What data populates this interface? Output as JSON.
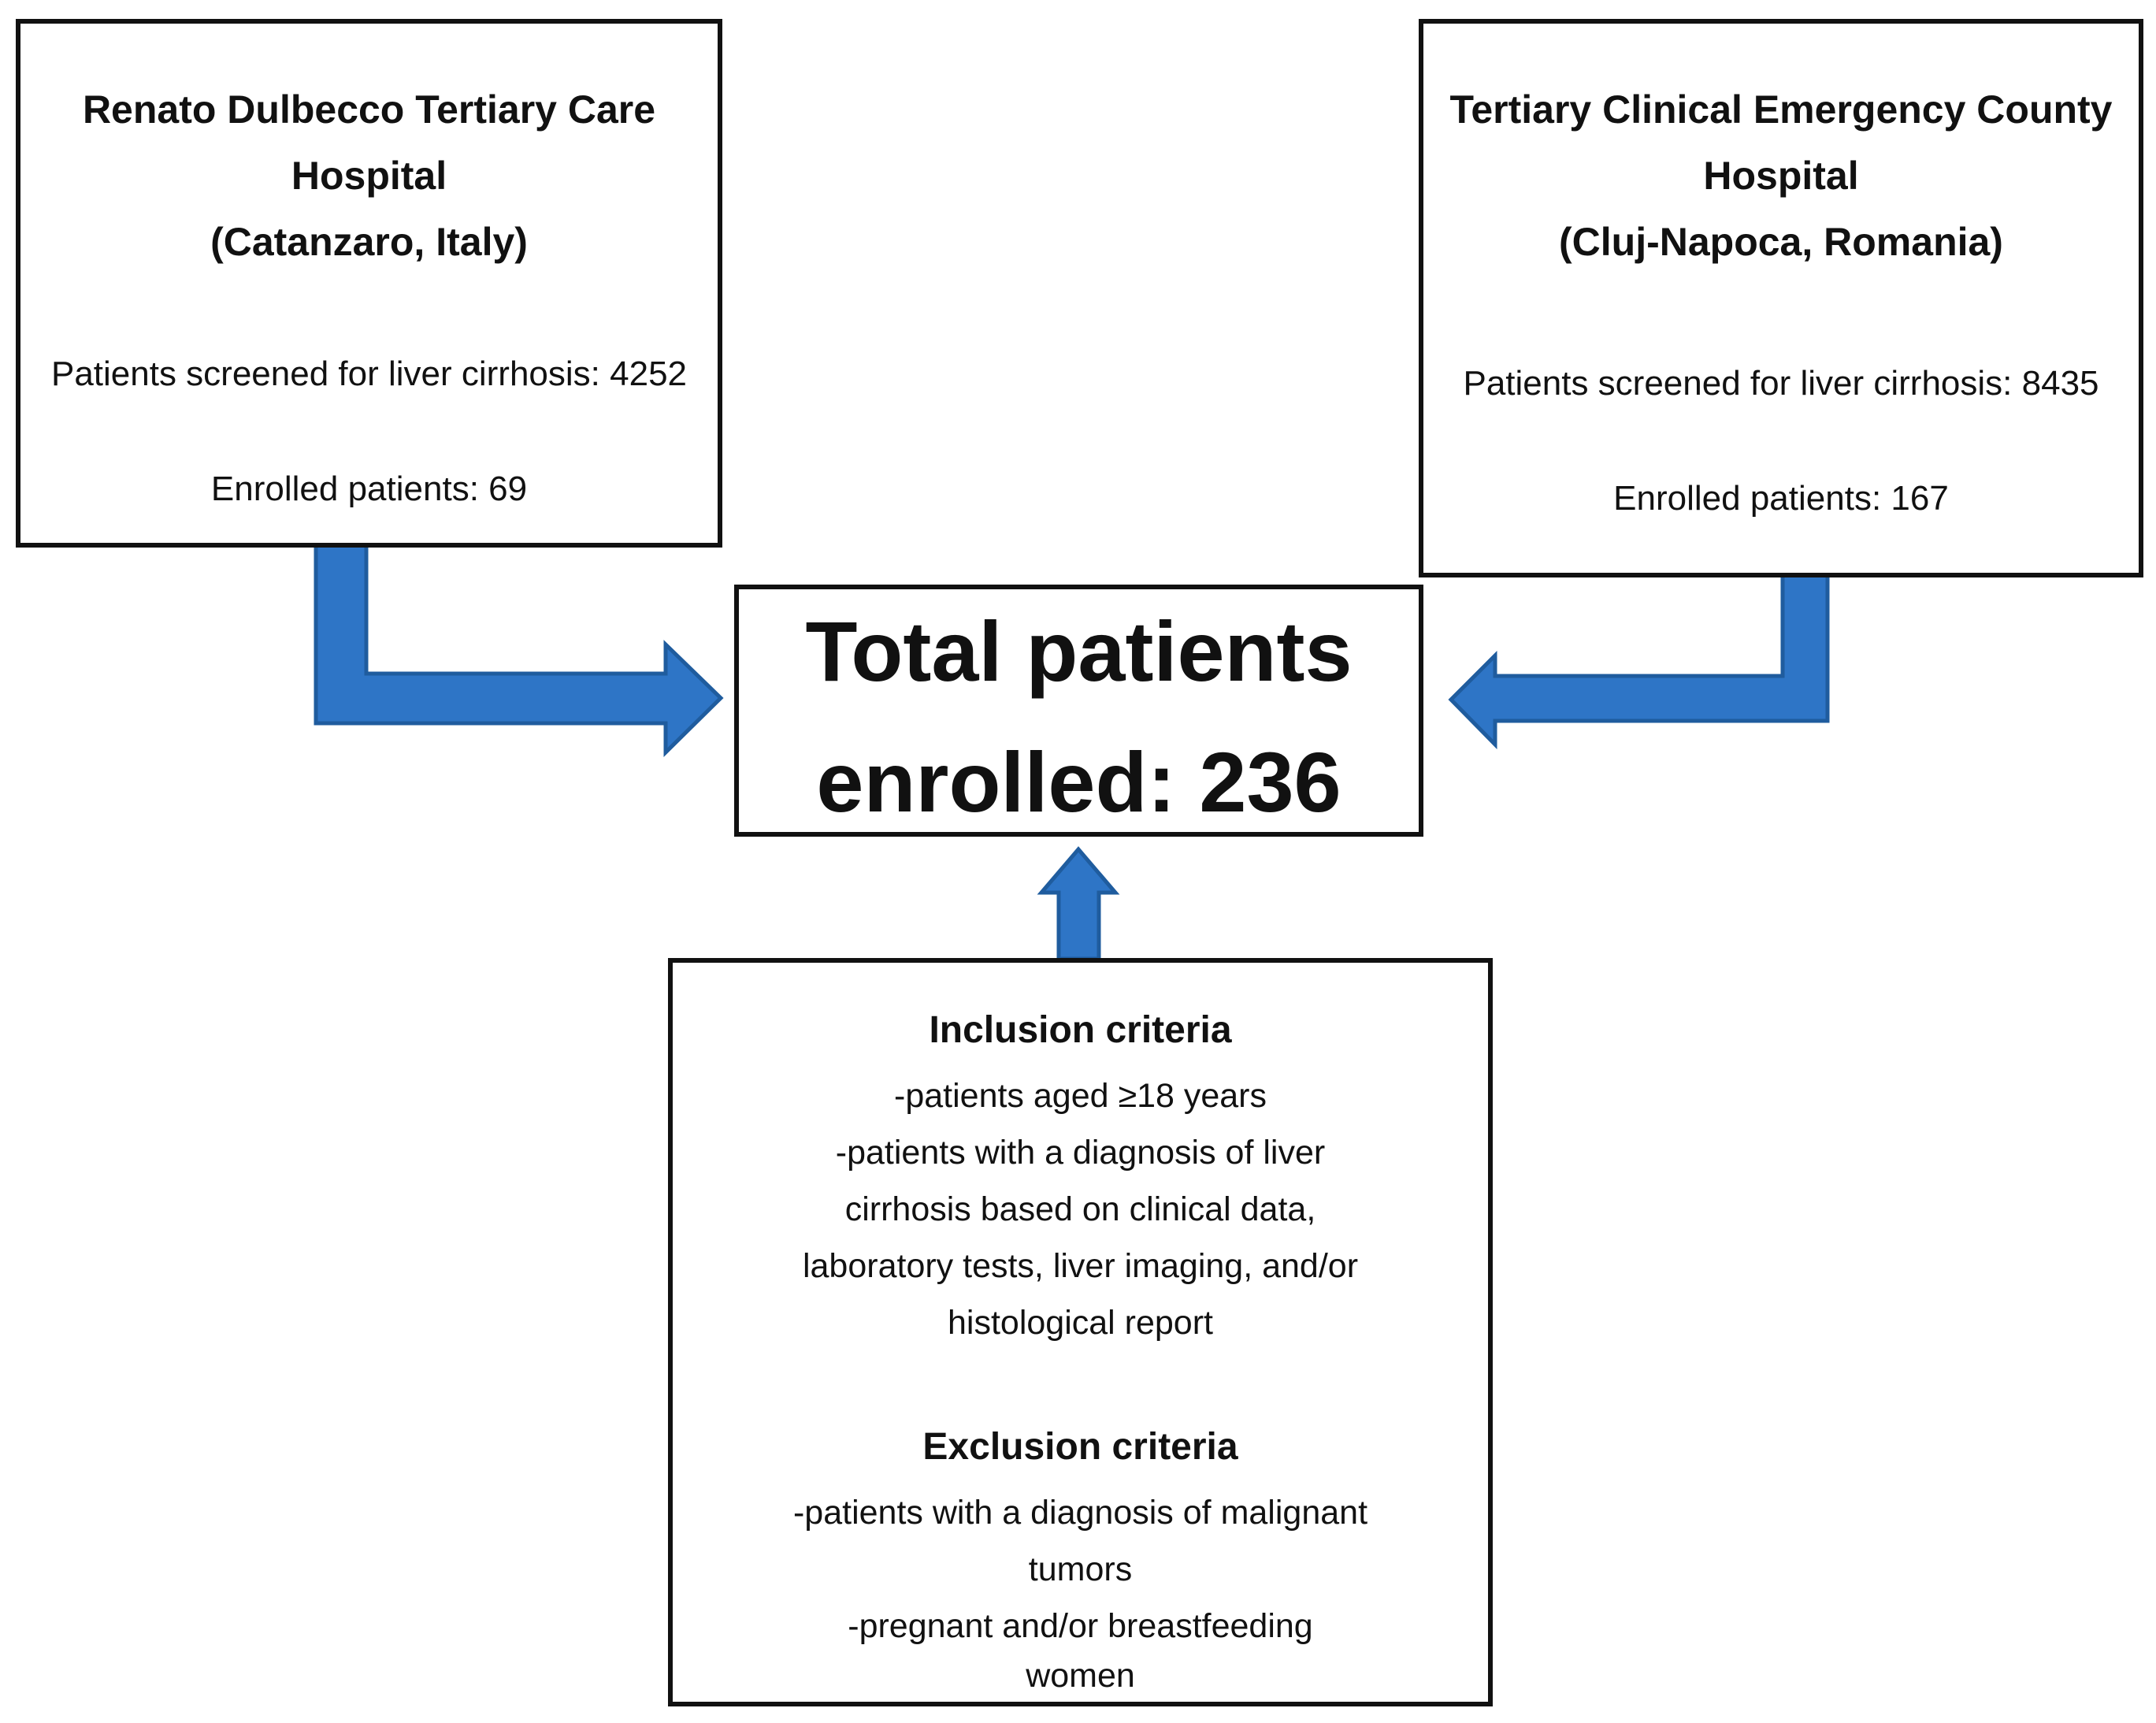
{
  "hospitals": [
    {
      "name_lines": [
        "Renato Dulbecco Tertiary Care",
        "Hospital",
        "(Catanzaro, Italy)"
      ],
      "screened": "Patients screened for liver cirrhosis: 4252",
      "enrolled": "Enrolled patients: 69"
    },
    {
      "name_lines": [
        "Tertiary Clinical Emergency County",
        "Hospital",
        "(Cluj-Napoca, Romania)"
      ],
      "screened": "Patients screened for liver cirrhosis: 8435",
      "enrolled": "Enrolled patients: 167"
    }
  ],
  "total": {
    "lines": [
      "Total patients",
      "enrolled: 236"
    ]
  },
  "criteria": {
    "inclusion_title": "Inclusion criteria",
    "inclusion_lines": [
      "-patients aged ≥18 years",
      "-patients with a diagnosis of liver",
      "cirrhosis based on clinical data,",
      "laboratory tests, liver imaging, and/or",
      "histological report"
    ],
    "exclusion_title": "Exclusion criteria",
    "exclusion_lines": [
      "-patients with a diagnosis of malignant",
      "tumors",
      "-pregnant and/or breastfeeding",
      "women"
    ]
  },
  "colors": {
    "arrow_fill": "#2E75C6",
    "arrow_stroke": "#1F5C9E",
    "border": "#111111"
  }
}
